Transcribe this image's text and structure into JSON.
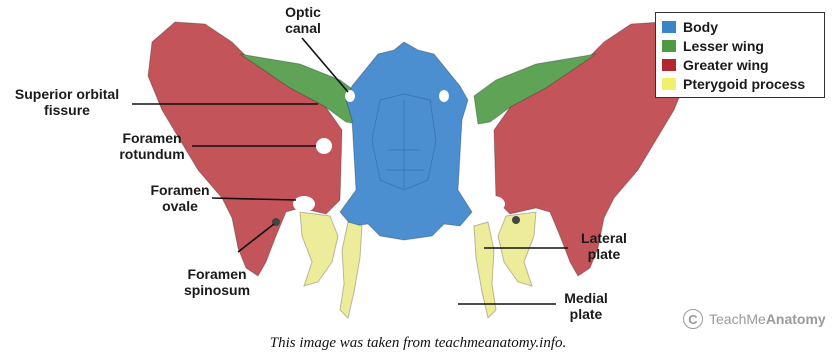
{
  "labels": {
    "optic_canal": "Optic\ncanal",
    "superior_orbital_fissure": "Superior orbital\nfissure",
    "foramen_rotundum": "Foramen\nrotundum",
    "foramen_ovale": "Foramen\novale",
    "foramen_spinosum": "Foramen\nspinosum",
    "lateral_plate": "Lateral\nplate",
    "medial_plate": "Medial\nplate"
  },
  "legend": [
    {
      "label": "Body",
      "color": "#3a85c9"
    },
    {
      "label": "Lesser wing",
      "color": "#4d9a43"
    },
    {
      "label": "Greater wing",
      "color": "#b3282e"
    },
    {
      "label": "Pterygoid process",
      "color": "#f2ef6a"
    }
  ],
  "colors": {
    "body": "#4c8fd0",
    "lesser_wing": "#5fa357",
    "greater_wing": "#c3545a",
    "pterygoid": "#ecec9a"
  },
  "watermark": {
    "symbol": "C",
    "brand_light": "TeachMe",
    "brand_bold": "Anatomy"
  },
  "caption": "This image was taken from teachmeanatomy.info."
}
